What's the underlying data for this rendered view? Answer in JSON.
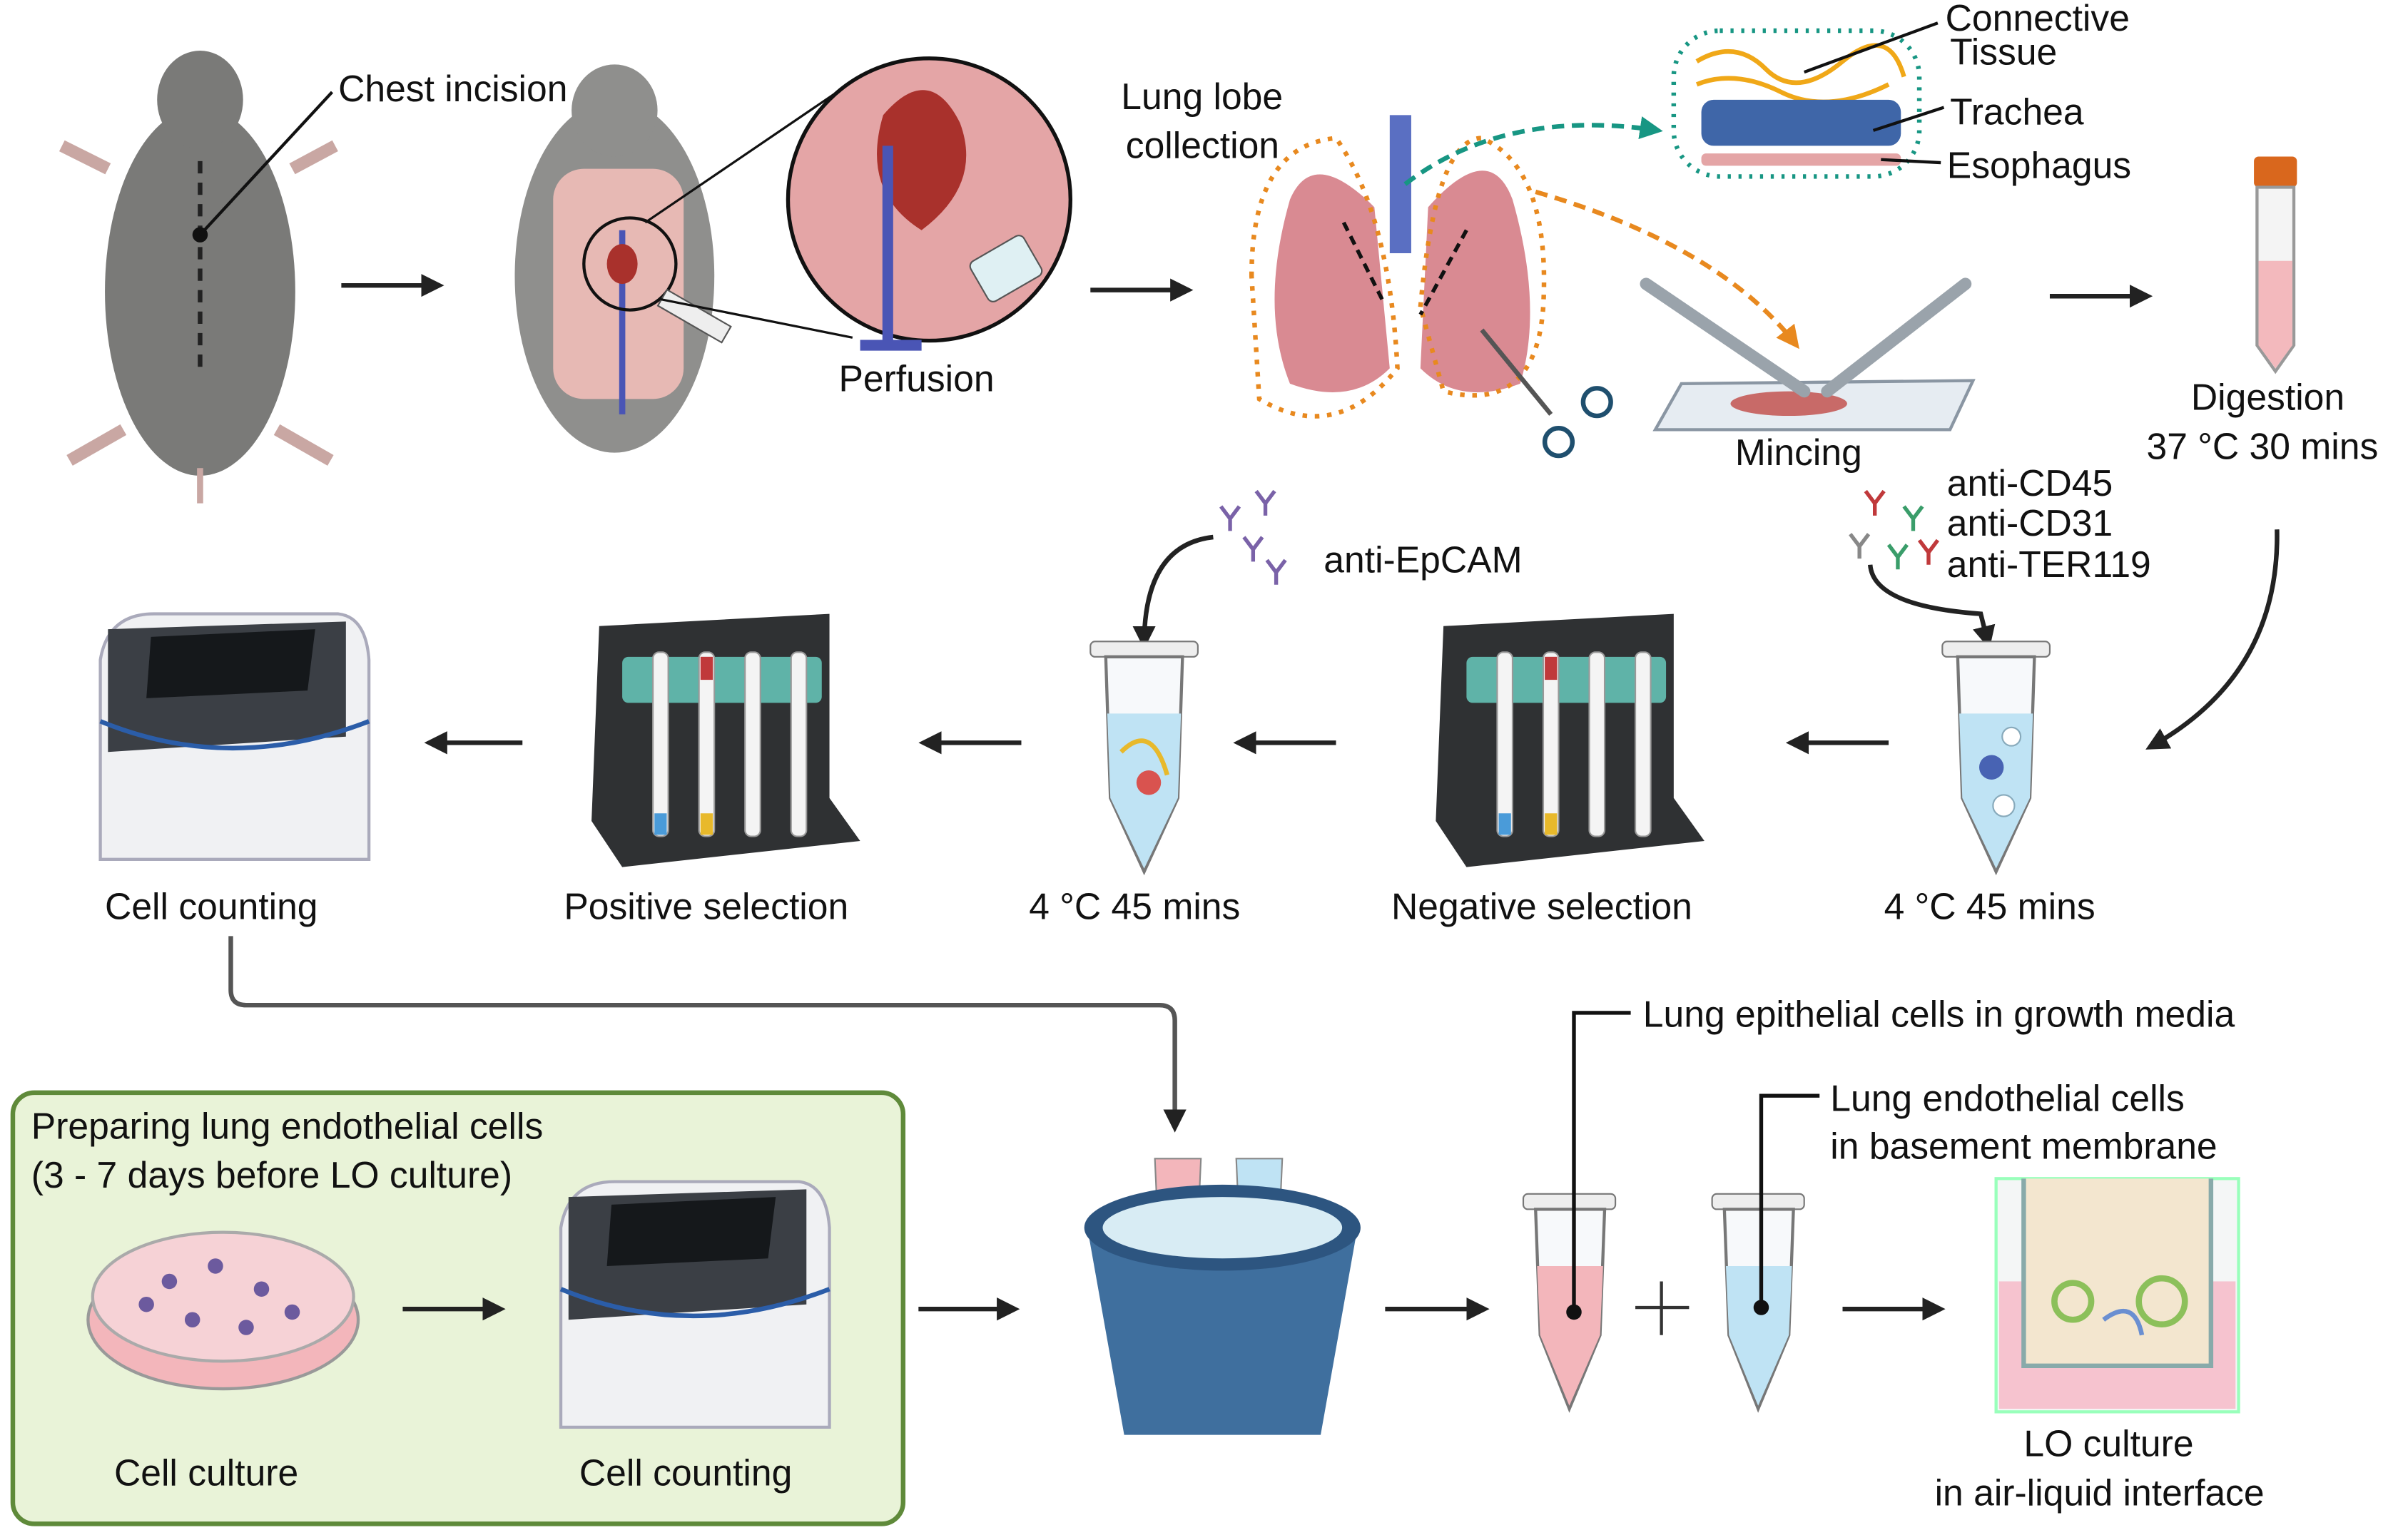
{
  "labels": {
    "chest_incision": "Chest incision",
    "perfusion": "Perfusion",
    "lung_lobe_1": "Lung lobe",
    "lung_lobe_2": "collection",
    "connective_1": "Connective",
    "connective_2": "Tissue",
    "trachea": "Trachea",
    "esophagus": "Esophagus",
    "mincing": "Mincing",
    "digestion_1": "Digestion",
    "digestion_2": "37 °C 30 mins",
    "anti_cd45": "anti-CD45",
    "anti_cd31": "anti-CD31",
    "anti_ter119": "anti-TER119",
    "anti_epcam": "anti-EpCAM",
    "cell_counting_top": "Cell counting",
    "positive_selection": "Positive selection",
    "incubation_1": "4 °C 45 mins",
    "negative_selection": "Negative selection",
    "incubation_2": "4 °C 45 mins",
    "prep_title_1": "Preparing lung endothelial cells",
    "prep_title_2": "(3 - 7 days before LO culture)",
    "cell_culture": "Cell culture",
    "cell_counting_bottom": "Cell counting",
    "epithelial": "Lung epithelial cells in growth media",
    "endothelial_1": "Lung endothelial cells",
    "endothelial_2": "in basement membrane",
    "lo_culture_1": "LO culture",
    "lo_culture_2": "in air-liquid interface"
  },
  "colors": {
    "mouse": "#7a7a78",
    "lung": "#d98a92",
    "orange_outline": "#e8891f",
    "teal_outline": "#179683",
    "vessel": "#4a55b5",
    "green_panel": "#e9f3d8",
    "green_border": "#5f8a3a",
    "bucket": "#3f6f9e"
  }
}
